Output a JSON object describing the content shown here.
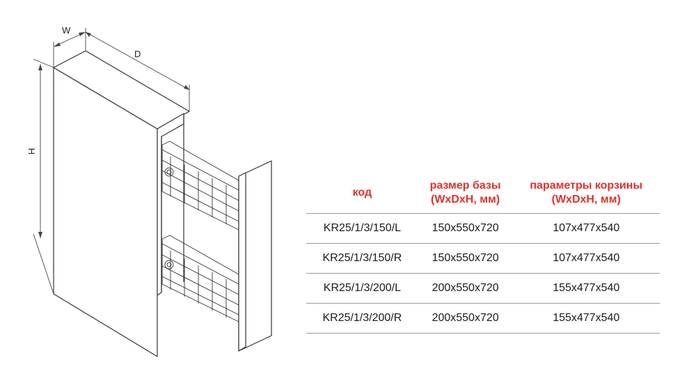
{
  "drawing": {
    "dim_w": "W",
    "dim_d": "D",
    "dim_h": "H"
  },
  "table": {
    "headers": [
      {
        "line1": "код",
        "line2": ""
      },
      {
        "line1": "размер базы",
        "line2": "(WxDxH, мм)"
      },
      {
        "line1": "параметры корзины",
        "line2": "(WxDxH, мм)"
      }
    ],
    "rows": [
      [
        "KR25/1/3/150/L",
        "150x550x720",
        "107x477x540"
      ],
      [
        "KR25/1/3/150/R",
        "150x550x720",
        "107x477x540"
      ],
      [
        "KR25/1/3/200/L",
        "200x550x720",
        "155x477x540"
      ],
      [
        "KR25/1/3/200/R",
        "200x550x720",
        "155x477x540"
      ]
    ],
    "header_color": "#e0312e",
    "rule_color": "#9a9a9a"
  }
}
